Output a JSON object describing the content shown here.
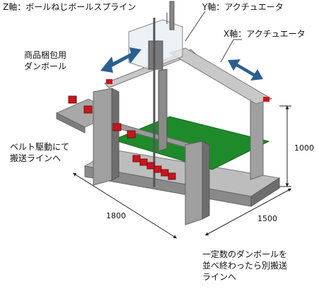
{
  "labels": {
    "z_axis": "Z軸：ボールねじボールスプライン",
    "y_axis": "Y軸：アクチュエータ",
    "x_axis": "X軸：アクチュエータ",
    "product": "商品梱包用\nダンボール",
    "belt": "ベルト駆動にて\n搬送ラインへ",
    "stack": "一定数のダンボールを\n並べ終わったら別搬送\nラインへ"
  },
  "dimensions": {
    "width": "1800",
    "depth": "1500",
    "height": "1000"
  },
  "colors": {
    "frame": "#9a9a9a",
    "frame_dark": "#6e6e6e",
    "floor": "#1e8a2a",
    "box": "#c8161d",
    "arrow": "#2b5f8f"
  }
}
